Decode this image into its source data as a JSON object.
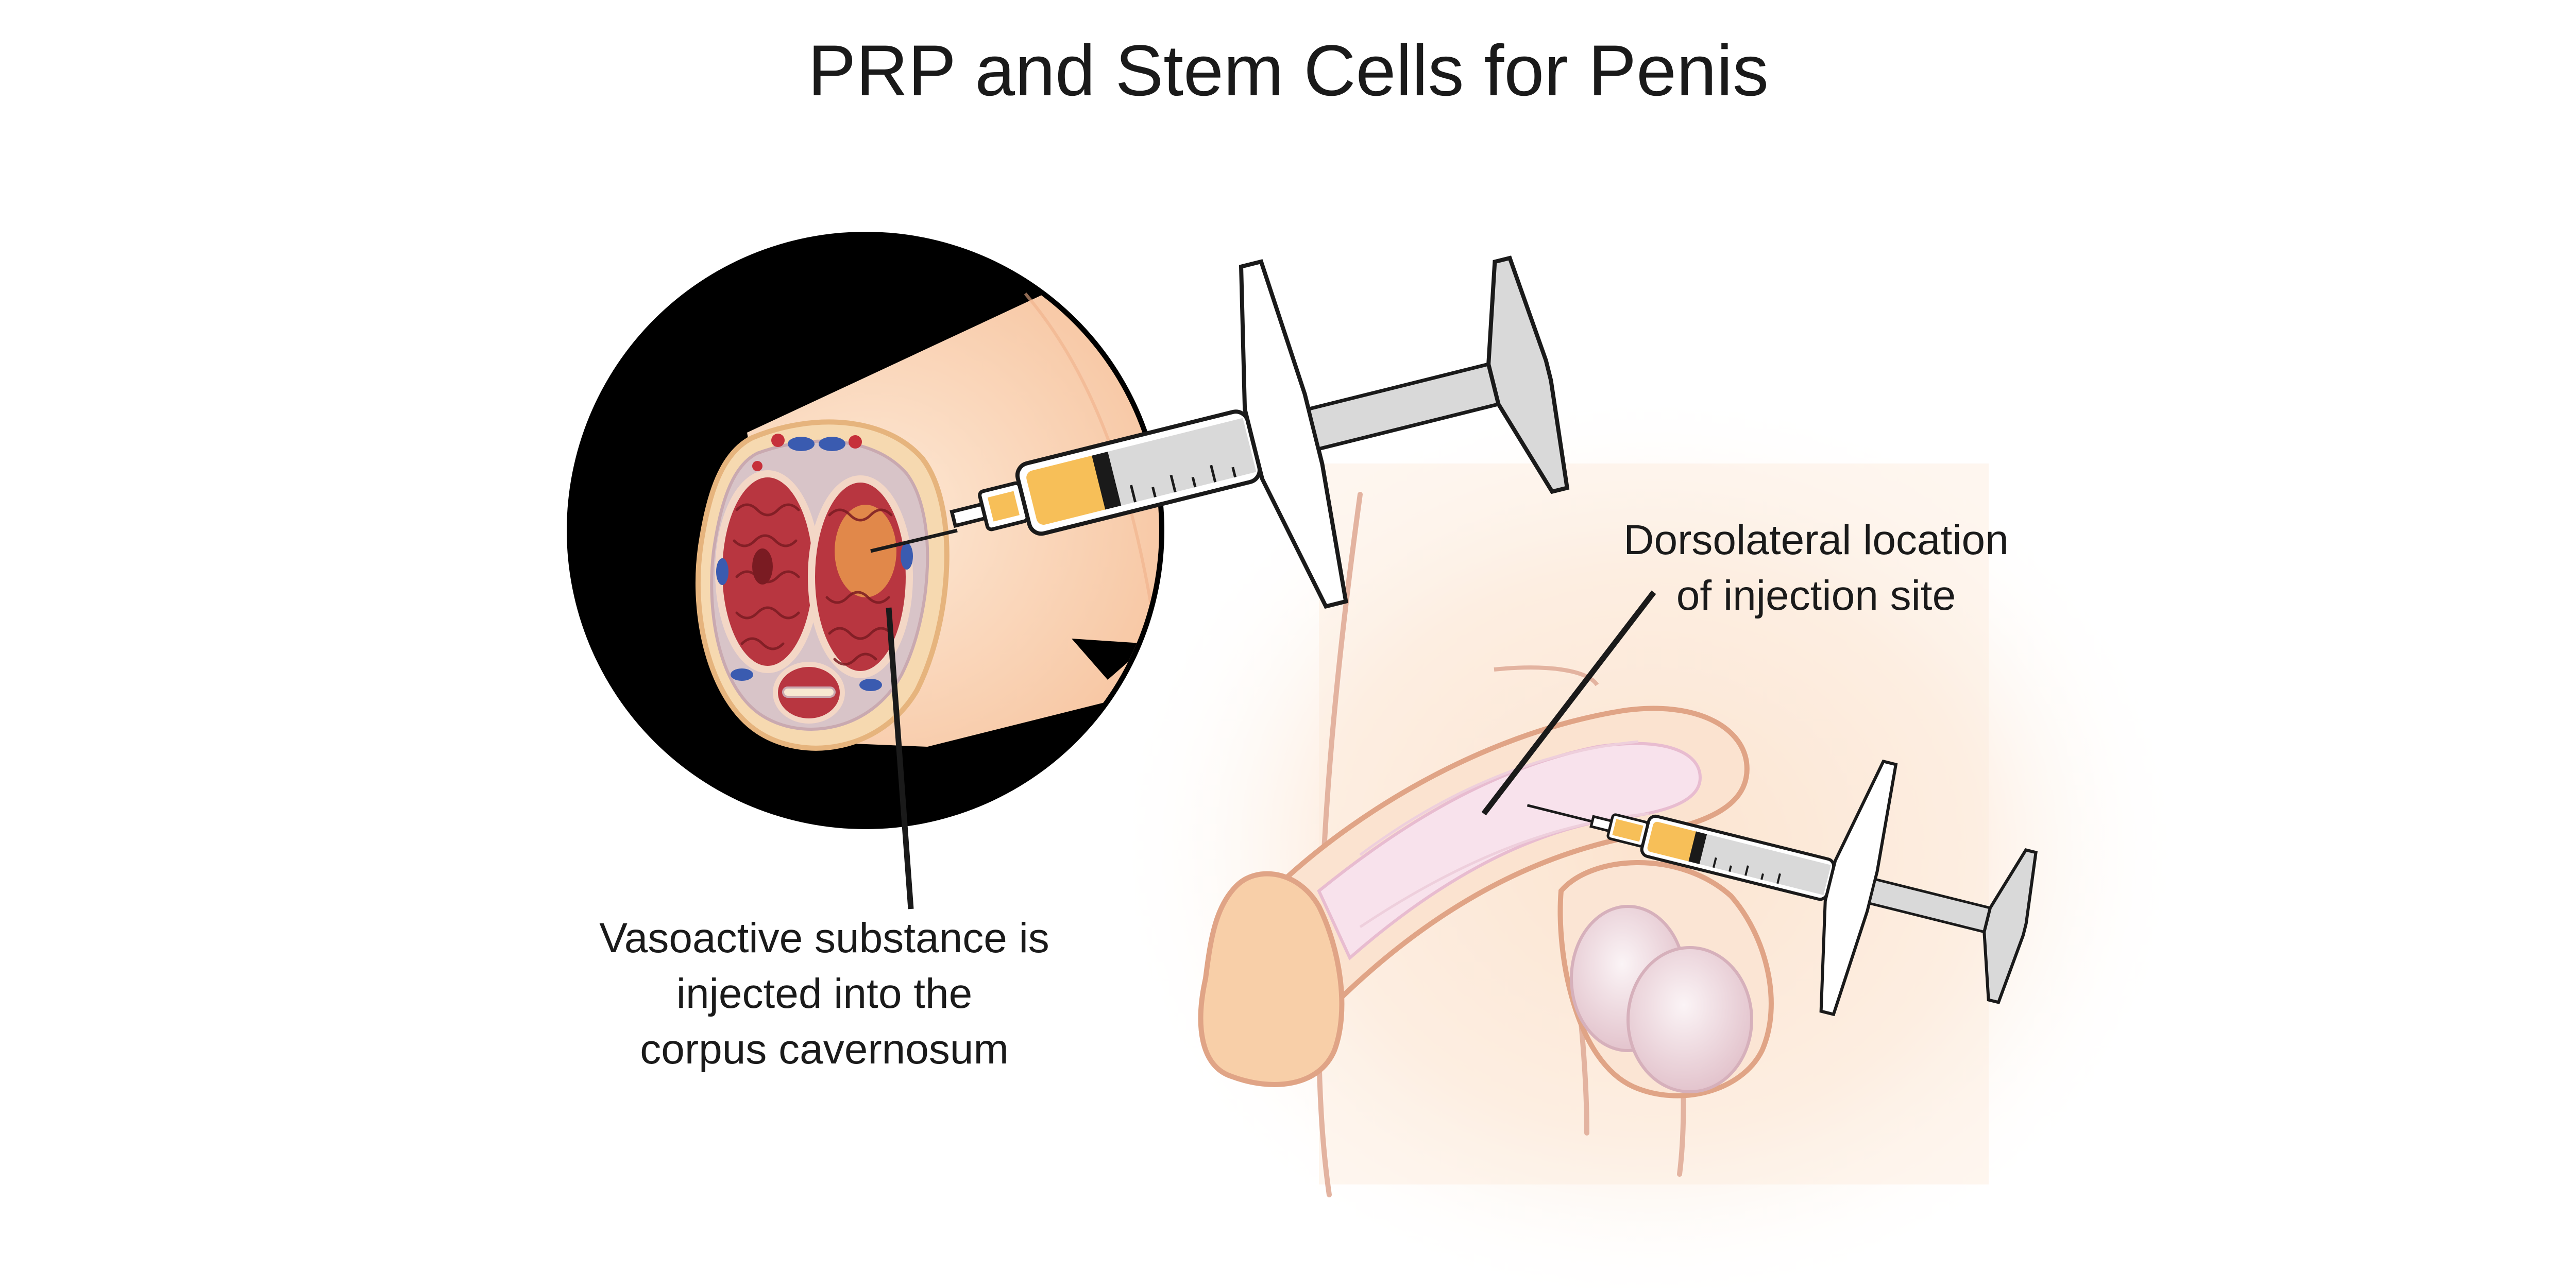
{
  "title": "PRP and Stem Cells for Penis",
  "callouts": {
    "corpus_injection": {
      "lines": [
        "Vasoactive substance is",
        "injected into the",
        "corpus cavernosum"
      ]
    },
    "injection_site": {
      "lines": [
        "Dorsolateral location",
        "of injection site"
      ]
    }
  },
  "colors": {
    "background": "#ffffff",
    "skin": "#f8cfa8",
    "skin_outline": "#e0a486",
    "glow": "#fbe2cc",
    "shaft_pink": "#f8e2ec",
    "erectile_tissue": "#b83640",
    "vessel_blue": "#3a5bb0",
    "vessel_red": "#c6303a",
    "syringe_barrel": "#d9d9d9",
    "syringe_fluid": "#f7bf58",
    "magnifier_fill": "#000000",
    "text": "#1a1a1a"
  }
}
